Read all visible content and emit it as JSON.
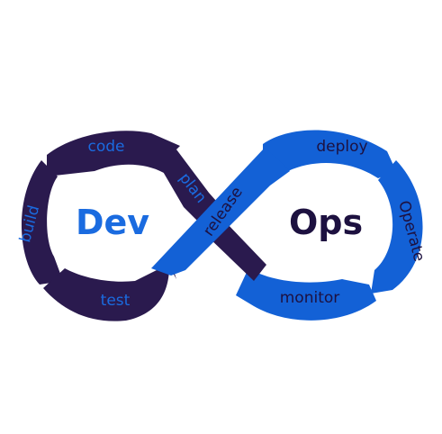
{
  "diagram": {
    "left_hub": {
      "label": "Dev"
    },
    "right_hub": {
      "label": "Ops"
    },
    "stages": {
      "code": "code",
      "build": "build",
      "test": "test",
      "plan": "plan",
      "release": "release",
      "deploy": "deploy",
      "operate": "Operate",
      "monitor": "monitor"
    },
    "colors": {
      "dev_loop": "#2a1a4e",
      "ops_loop": "#1361d6",
      "stage_text_on_dark": "#1a6be0",
      "stage_text_on_blue": "#1d1140",
      "dev_hub_text": "#1a6be0",
      "ops_hub_text": "#1d1140",
      "background": "#ffffff"
    }
  }
}
